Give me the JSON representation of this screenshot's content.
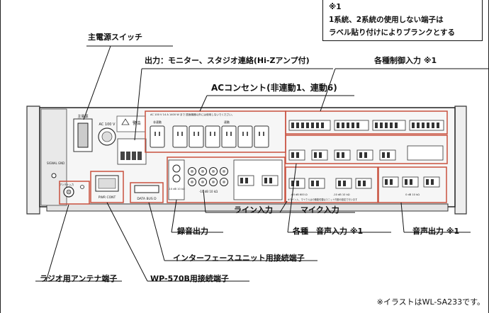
{
  "note": {
    "mark": "※1",
    "line1": "1系統、2系統の使用しない端子は",
    "line2": "ラベル貼り付けによりブランクとする"
  },
  "callouts": {
    "main_power_switch": "主電源スイッチ",
    "output_monitor": "出力：モニター、スタジオ連絡(Hi-Zアンプ付)",
    "ac_outlet": "ACコンセント(非連動1、連動6)",
    "control_inputs": "各種制御入力 ※1",
    "line_input": "ライン入力",
    "mic_input": "マイク入力",
    "recording_output": "録音出力",
    "various_audio_input": "各種　音声入力 ※1",
    "audio_output": "音声出力 ※1",
    "interface_unit_terminal": "インターフェースユニット用接続端子",
    "radio_antenna_terminal": "ラジオ用アンテナ端子",
    "wp570b_terminal": "WP-570B用接続端子"
  },
  "footnote": "※イラストはWL-SA233です。",
  "panel": {
    "power_label": "主電源",
    "ac_voltage": "AC 100 V",
    "ac_rating": "AC 100 V 14 A 1400 W まで  図面機器以外には使用しないでください。",
    "warning": "警告",
    "nonlinked": "非連動",
    "linked": "連動",
    "signal_gnd": "SIGNAL GND",
    "antenna": "アンテナ入力",
    "pwr_cont": "PWR CONT",
    "data_bus": "DATA BUS D",
    "rec_out_level": "-10 dB 10 kΩ",
    "line_level": "-10 dB  10 kΩ",
    "mic_level_a": "-60 dB 600 Ω",
    "mic_level_b": "-10 dB  10 kΩ",
    "out_level": "0 dB 10 kΩ",
    "mic_note": "※ライン入、マイク入はの機能切替はユニット内部の設定で行います"
  }
}
